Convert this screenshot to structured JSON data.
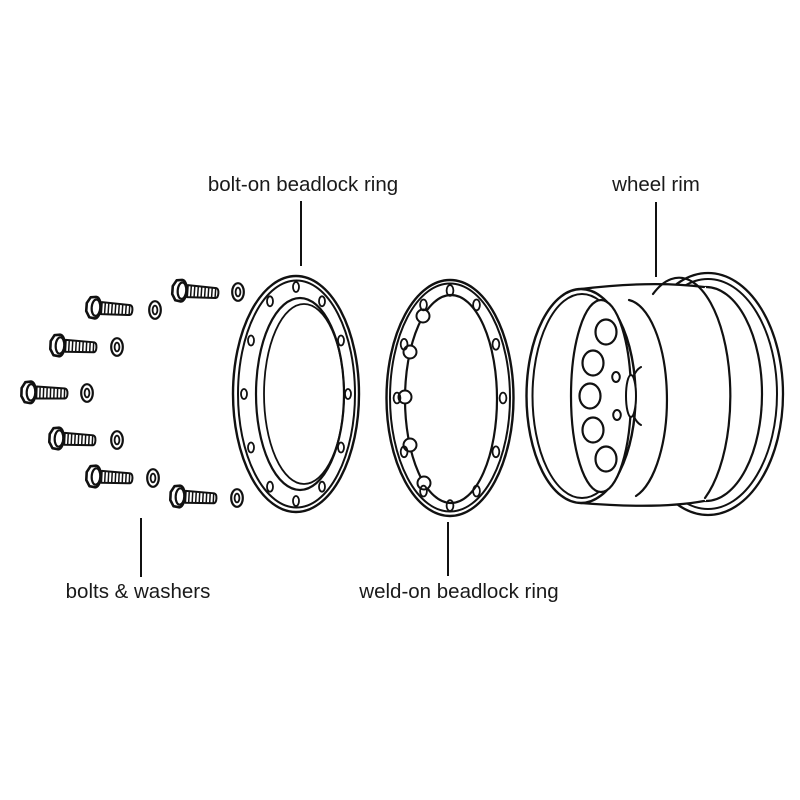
{
  "diagram": {
    "type": "exploded-view",
    "subject": "beadlock wheel rim assembly",
    "colors": {
      "background": "#ffffff",
      "line": "#111111",
      "text": "#1a1a1a"
    },
    "callouts": [
      {
        "id": "bolt-on-ring",
        "label": "bolt-on beadlock ring"
      },
      {
        "id": "wheel-rim",
        "label": "wheel rim"
      },
      {
        "id": "bolts-washers",
        "label": "bolts & washers"
      },
      {
        "id": "weld-on-ring",
        "label": "weld-on beadlock ring"
      }
    ],
    "components": {
      "bolts": {
        "count": 7
      },
      "washers": {
        "count": 7
      },
      "bolt_on_ring": {
        "bolt_holes": 12
      },
      "weld_on_ring": {
        "bolt_holes": 12,
        "weld_nuts": 5
      },
      "wheel_rim": {
        "visible_vent_holes": 5,
        "visible_lug_holes": 2
      }
    }
  }
}
